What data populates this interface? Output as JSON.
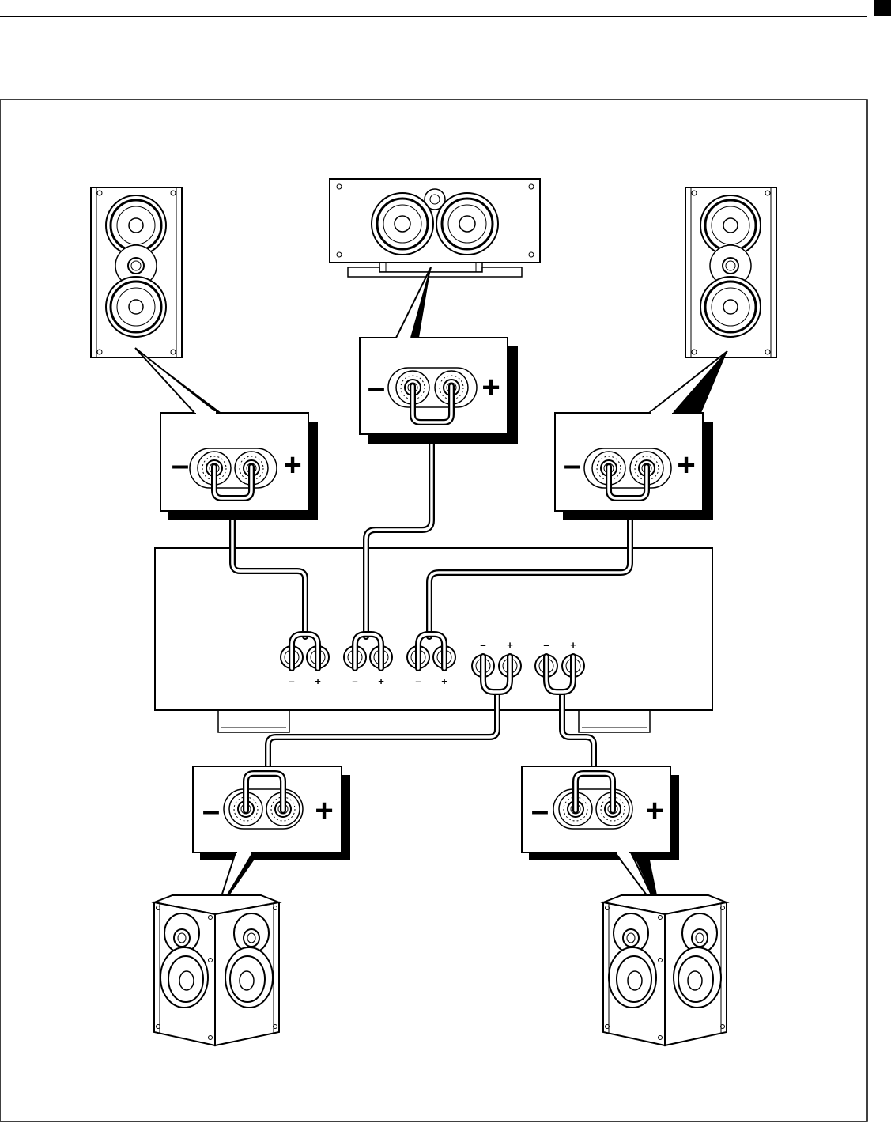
{
  "page": {
    "accent": "#000000",
    "background": "#ffffff"
  },
  "diagram": {
    "panel_minus": "–",
    "panel_plus": "+",
    "speakers": [
      {
        "id": "front-left",
        "kind": "tower",
        "icon": "speaker-tower-icon"
      },
      {
        "id": "center",
        "kind": "center",
        "icon": "speaker-center-icon"
      },
      {
        "id": "front-right",
        "kind": "tower",
        "icon": "speaker-tower-icon"
      },
      {
        "id": "surround-left",
        "kind": "surround",
        "icon": "speaker-surround-icon"
      },
      {
        "id": "surround-right",
        "kind": "surround",
        "icon": "speaker-surround-icon"
      }
    ],
    "amplifier_terminals": [
      {
        "minus": "–",
        "plus": "+",
        "label_pos": "below"
      },
      {
        "minus": "–",
        "plus": "+",
        "label_pos": "below"
      },
      {
        "minus": "–",
        "plus": "+",
        "label_pos": "below"
      },
      {
        "minus": "–",
        "plus": "+",
        "label_pos": "above"
      },
      {
        "minus": "–",
        "plus": "+",
        "label_pos": "above"
      }
    ]
  }
}
